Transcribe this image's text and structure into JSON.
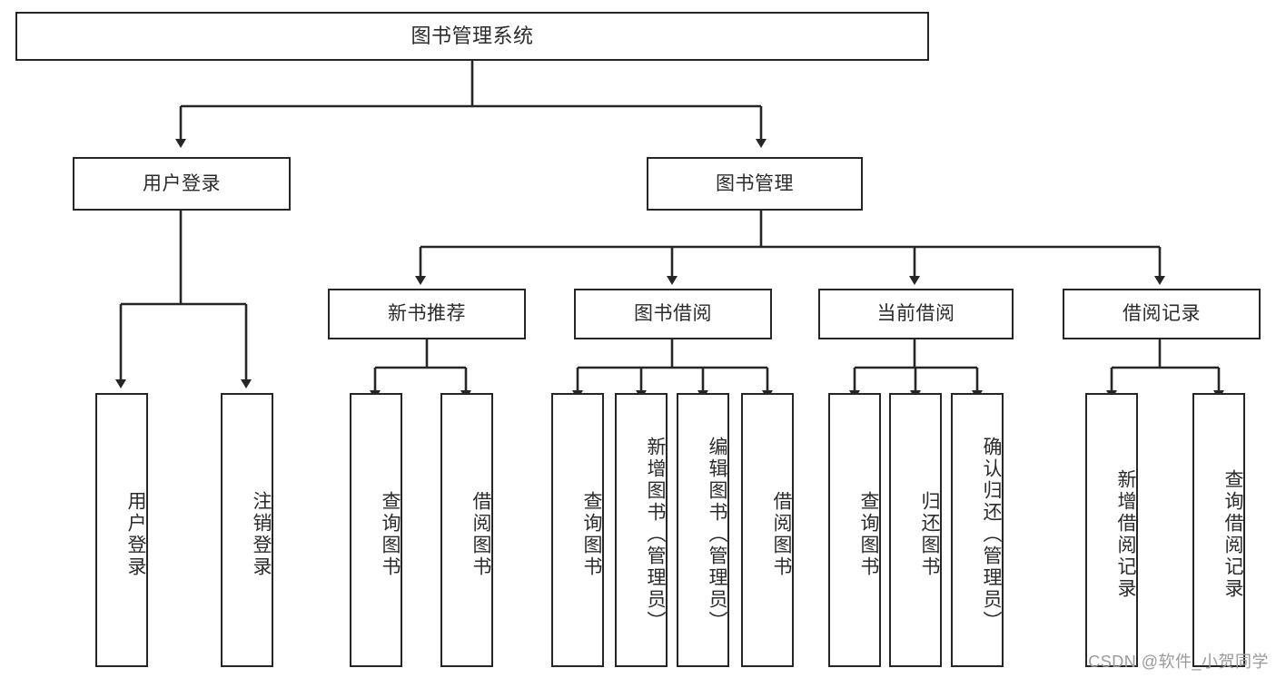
{
  "diagram": {
    "title": "图书管理系统",
    "type": "tree-hierarchy",
    "orientation": "top-down",
    "stroke_color": "#262626",
    "fill_color": "#ffffff",
    "text_color": "#2b2b2b",
    "root": {
      "label": "图书管理系统"
    },
    "level2": [
      {
        "label": "用户登录"
      },
      {
        "label": "图书管理"
      }
    ],
    "level3": [
      {
        "label": "新书推荐"
      },
      {
        "label": "图书借阅"
      },
      {
        "label": "当前借阅"
      },
      {
        "label": "借阅记录"
      }
    ],
    "leaves": {
      "user_login": [
        {
          "label": "用户登录"
        },
        {
          "label": "注销登录"
        }
      ],
      "new_book_recommend": [
        {
          "label": "查询图书"
        },
        {
          "label": "借阅图书"
        }
      ],
      "book_borrow": [
        {
          "label": "查询图书"
        },
        {
          "label": "新增图书（管理员）"
        },
        {
          "label": "编辑图书（管理员）"
        },
        {
          "label": "借阅图书"
        }
      ],
      "current_borrow": [
        {
          "label": "查询图书"
        },
        {
          "label": "归还图书"
        },
        {
          "label": "确认归还（管理员）"
        }
      ],
      "borrow_record": [
        {
          "label": "新增借阅记录"
        },
        {
          "label": "查询借阅记录"
        }
      ]
    }
  },
  "watermark": {
    "text": "CSDN @软件_小贺同学"
  }
}
